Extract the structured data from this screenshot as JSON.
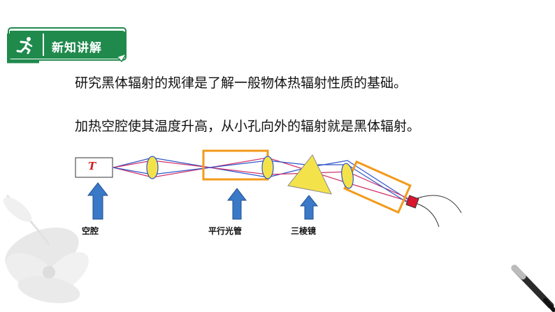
{
  "header": {
    "title": "新知讲解",
    "icon": "running-person-icon"
  },
  "content": {
    "line1": "研究黑体辐射的规律是了解一般物体热辐射性质的基础。",
    "line2": "加热空腔使其温度升高，从小孔向外的辐射就是黑体辐射。"
  },
  "diagram": {
    "cavity_symbol": "T",
    "labels": {
      "cavity": "空腔",
      "collimator": "平行光管",
      "prism": "三棱镜"
    }
  },
  "colors": {
    "accent": "#1f8a4c",
    "orange": "#f39a1a",
    "lens": "#f4e24a",
    "arrow": "#3a78c8",
    "ray_red": "#d0306a",
    "ray_blue": "#2e55c8",
    "detector": "#d8172f"
  }
}
